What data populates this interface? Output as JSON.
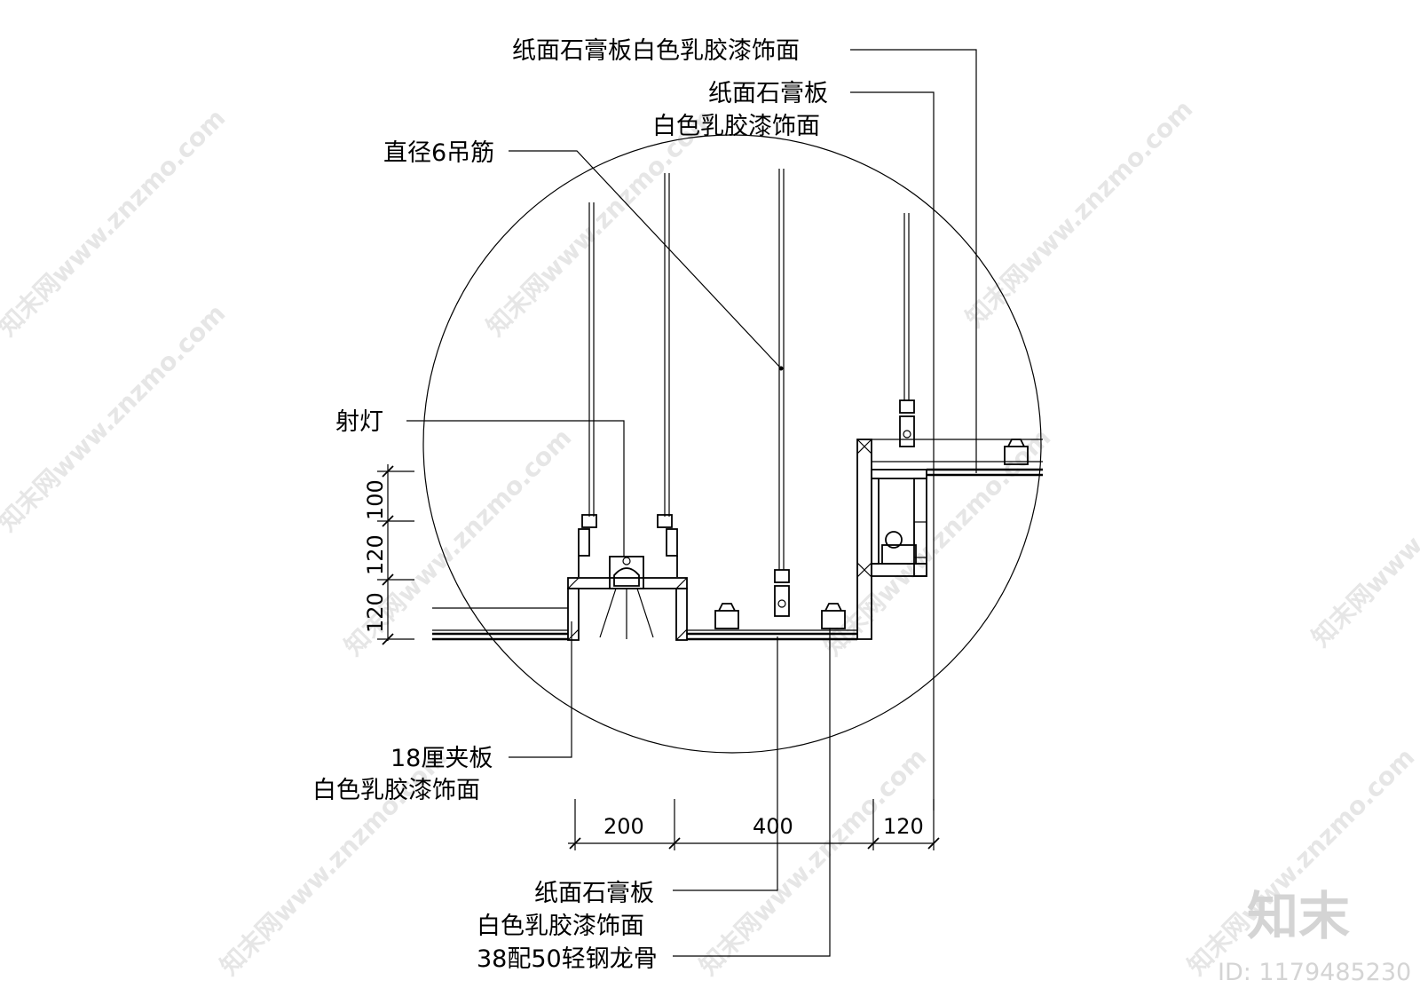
{
  "labels": {
    "top_gypsum_finish": "纸面石膏板白色乳胶漆饰面",
    "right_gypsum_line1": "纸面石膏板",
    "right_gypsum_line2": "白色乳胶漆饰面",
    "hanger_rod": "直径6吊筋",
    "spotlight": "射灯",
    "plywood_line1": "18厘夹板",
    "plywood_line2": "白色乳胶漆饰面",
    "bottom_gypsum_line1": "纸面石膏板",
    "bottom_gypsum_line2": "白色乳胶漆饰面",
    "keel": "38配50轻钢龙骨"
  },
  "dimensions": {
    "vertical": [
      "100",
      "120",
      "120"
    ],
    "horizontal": [
      "200",
      "400",
      "120"
    ]
  },
  "watermark": {
    "text": "知末网www.znzmo.com",
    "logo": "知末",
    "id": "ID: 1179485230"
  }
}
